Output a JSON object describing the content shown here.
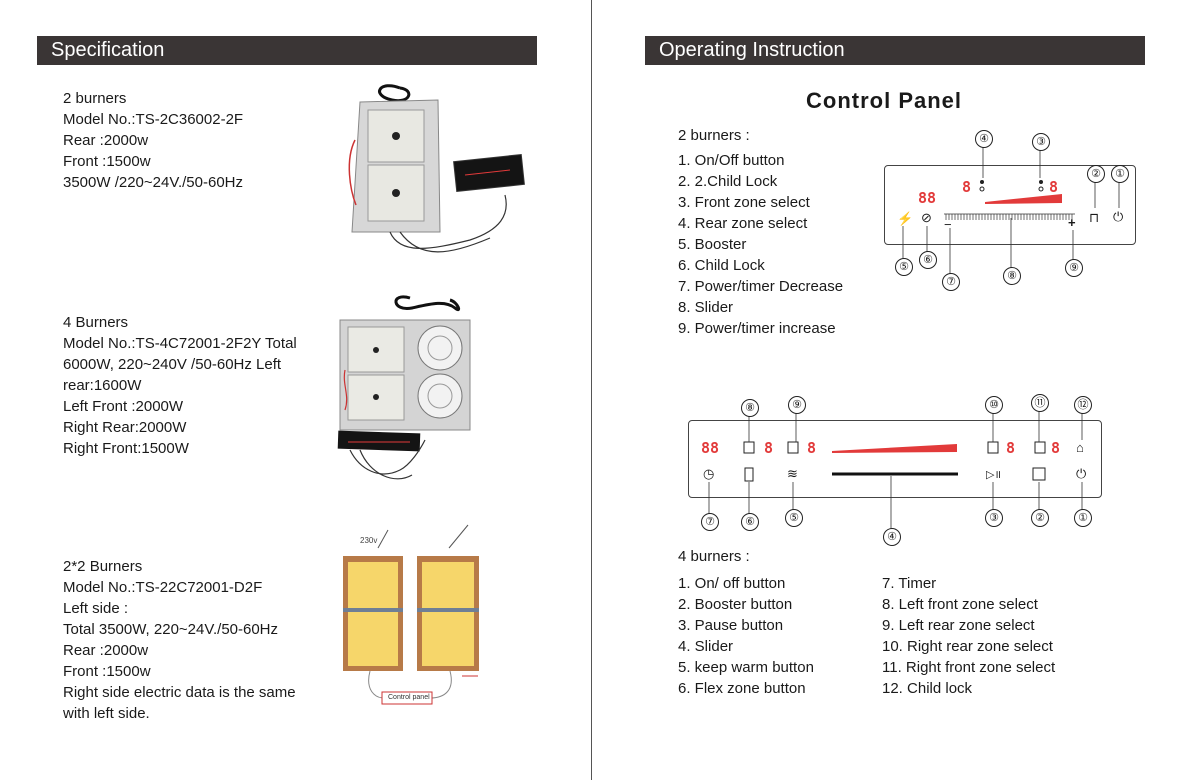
{
  "left": {
    "banner": "Specification",
    "spec2": [
      "2 burners",
      "Model No.:TS-2C36002-2F",
      "Rear :2000w",
      "Front :1500w",
      "3500W /220~24V./50-60Hz"
    ],
    "spec4": [
      "4 Burners",
      "Model No.:TS-4C72001-2F2Y Total",
      "6000W, 220~240V /50-60Hz Left",
      "rear:1600W",
      "Left Front :2000W",
      "Right Rear:2000W",
      "Right Front:1500W"
    ],
    "spec22": [
      "2*2 Burners",
      "Model No.:TS-22C72001-D2F",
      "Left side :",
      "Total 3500W, 220~24V./50-60Hz",
      "Rear :2000w",
      "Front :1500w",
      "Right side electric data is the same",
      "with left side."
    ],
    "diagram_label_voltage": "230v",
    "diagram_label_panel": "Control panel"
  },
  "right": {
    "banner": "Operating Instruction",
    "title": "Control Panel",
    "two_burners_heading": "2 burners :",
    "two_burners_items": [
      "1. On/Off button",
      "2. 2.Child Lock",
      "3. Front zone select",
      "4. Rear zone select",
      "5. Booster",
      "6. Child Lock",
      "7. Power/timer Decrease",
      "8. Slider",
      "9. Power/timer increase"
    ],
    "four_burners_heading": "4 burners :",
    "four_burners_col1": [
      "1. On/ off button",
      "2. Booster button",
      "3. Pause button",
      "4. Slider",
      "5. keep warm button",
      "6. Flex zone button"
    ],
    "four_burners_col2": [
      "7. Timer",
      "8. Left front zone select",
      "9. Left rear zone select",
      "10. Right rear zone select",
      "11. Right front zone select",
      "12. Child lock"
    ]
  },
  "panel1": {
    "display_main": "88",
    "display_rear": "8",
    "display_front": "8",
    "minus": "−",
    "plus": "+",
    "callouts": [
      "①",
      "②",
      "③",
      "④",
      "⑤",
      "⑥",
      "⑦",
      "⑧",
      "⑨"
    ]
  },
  "panel2": {
    "display_timer": "88",
    "display_lf": "8",
    "display_lr": "8",
    "display_rr": "8",
    "display_rf": "8",
    "callouts": [
      "①",
      "②",
      "③",
      "④",
      "⑤",
      "⑥",
      "⑦",
      "⑧",
      "⑨",
      "⑩",
      "⑪",
      "⑫"
    ]
  },
  "colors": {
    "banner": "#3a3535",
    "display_red": "#e23a3a",
    "burner_yellow": "#f6d66a",
    "frame_brown": "#b77a48"
  }
}
